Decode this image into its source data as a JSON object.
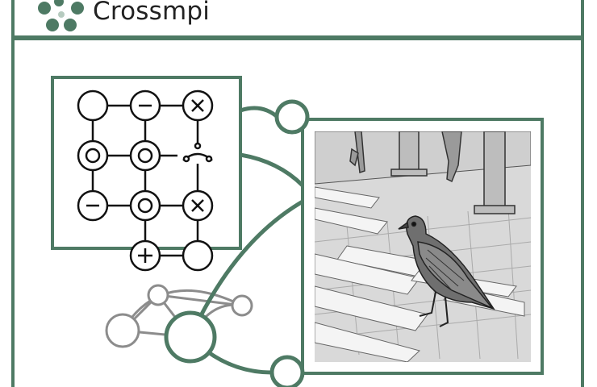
{
  "header": {
    "brand_name": "Crossmpi",
    "logo_icon": "dots-cluster-logo"
  },
  "colors": {
    "frame": "#4e7a64",
    "node_outline": "#111111",
    "graph_gray": "#8c8c8c",
    "photo_bg": "#d9d9d9",
    "white": "#ffffff"
  },
  "qubit_grid": {
    "rows": [
      [
        "empty",
        "minus",
        "cross"
      ],
      [
        "ring",
        "ring",
        "probe"
      ],
      [
        "minus",
        "ring",
        "cross"
      ],
      [
        "none",
        "plus",
        "empty"
      ]
    ]
  },
  "icons": {
    "photo": "pigeon-crosswalk-illustration",
    "connector": "circle-connector-node"
  }
}
